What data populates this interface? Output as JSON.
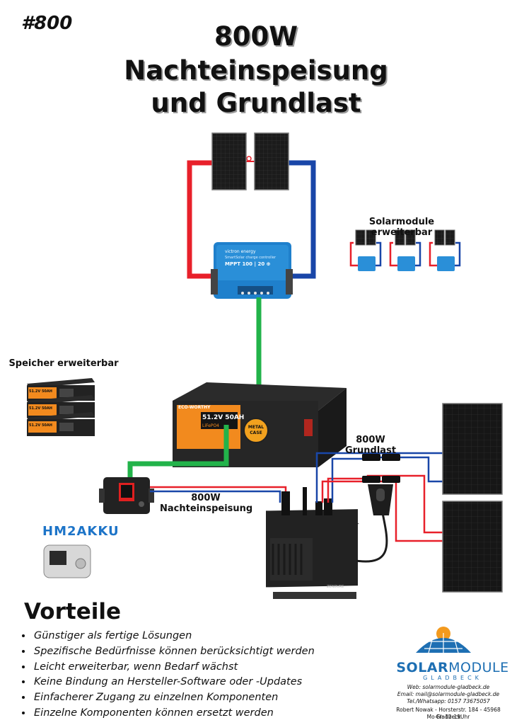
{
  "tag": "#800",
  "title": {
    "line1": "800W",
    "line2": "Nachteinspeisung",
    "line3": "und Grundlast"
  },
  "labels": {
    "solar_expandable": "Solarmodule erweiterbar",
    "storage_expandable": "Speicher erweiterbar",
    "base_load": "800W\nGrundlast",
    "night_feed": "800W\nNachteinspeisung",
    "hm2akku": "HM2AKKU"
  },
  "charge_controller": {
    "brand": "victron energy",
    "model": "SmartSolar charge controller",
    "rating": "MPPT 100 | 20 ⊕"
  },
  "battery": {
    "brand": "ECO-WORTHY",
    "rating": "51.2V 50AH",
    "chem": "LiFePO4",
    "badge_line1": "METAL",
    "badge_line2": "CASE"
  },
  "small_battery": {
    "rating": "51.2V 50AH"
  },
  "inverter": {
    "brand": "ZENDURE"
  },
  "vorteile": {
    "heading": "Vorteile",
    "items": [
      "Günstiger als fertige Lösungen",
      "Spezifische Bedürfnisse können berücksichtigt werden",
      "Leicht erweiterbar, wenn Bedarf wächst",
      "Keine Bindung an Hersteller-Software oder -Updates",
      "Einfacherer Zugang zu einzelnen Komponenten",
      "Einzelne Komponenten können ersetzt werden"
    ]
  },
  "logo": {
    "solar": "SOLAR",
    "module": "MODULE",
    "sub": "GLADBECK"
  },
  "contact": {
    "web": "Web: solarmodule-gladbeck.de",
    "email": "Email: mail@solarmodule-gladbeck.de",
    "tel": "Tel./Whatsapp: 0157 73675057",
    "address": "Robert Nowak - Horsterstr. 184 - 45968 Gladbeck",
    "hours": "Mo-Fr: 12-19Uhr"
  },
  "colors": {
    "wire_positive": "#e8202a",
    "wire_negative": "#1946a8",
    "wire_data": "#22b34a",
    "controller_blue": "#2a8fd8",
    "battery_orange": "#f28a1e",
    "logo_blue": "#1e6fb3"
  }
}
